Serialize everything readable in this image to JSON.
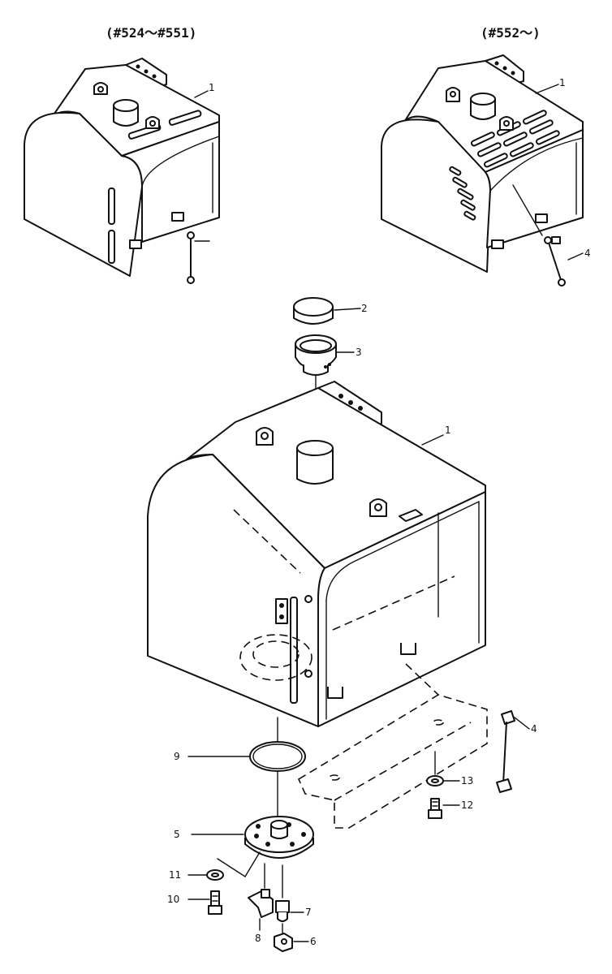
{
  "headers": {
    "left_range": "(#524～#551)",
    "right_range": "(#552～)"
  },
  "callouts": {
    "p1_left": "1",
    "p1_right": "1",
    "p1_main": "1",
    "p2": "2",
    "p3": "3",
    "p4_right": "4",
    "p4_main": "4",
    "p5": "5",
    "p6": "6",
    "p7": "7",
    "p8": "8",
    "p9": "9",
    "p10": "10",
    "p11": "11",
    "p12": "12",
    "p13": "13"
  }
}
